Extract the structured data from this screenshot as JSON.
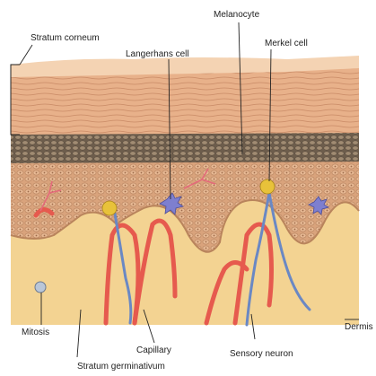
{
  "labels": {
    "stratum_corneum": "Stratum corneum",
    "melanocyte": "Melanocyte",
    "langerhans_cell": "Langerhans cell",
    "merkel_cell": "Merkel cell",
    "mitosis": "Mitosis",
    "capillary": "Capillary",
    "sensory_neuron": "Sensory neuron",
    "dermis": "Dermis",
    "stratum_germinativum": "Stratum germinativum"
  },
  "colors": {
    "corneum": "#e9b48e",
    "granulosum": "#8b7762",
    "spinosum": "#d6a07a",
    "dermis": "#f3d392",
    "capillary": "#e65a4e",
    "neuron": "#6a88c4",
    "langerhans": "#7e7fcf",
    "merkel": "#e8c23a"
  }
}
